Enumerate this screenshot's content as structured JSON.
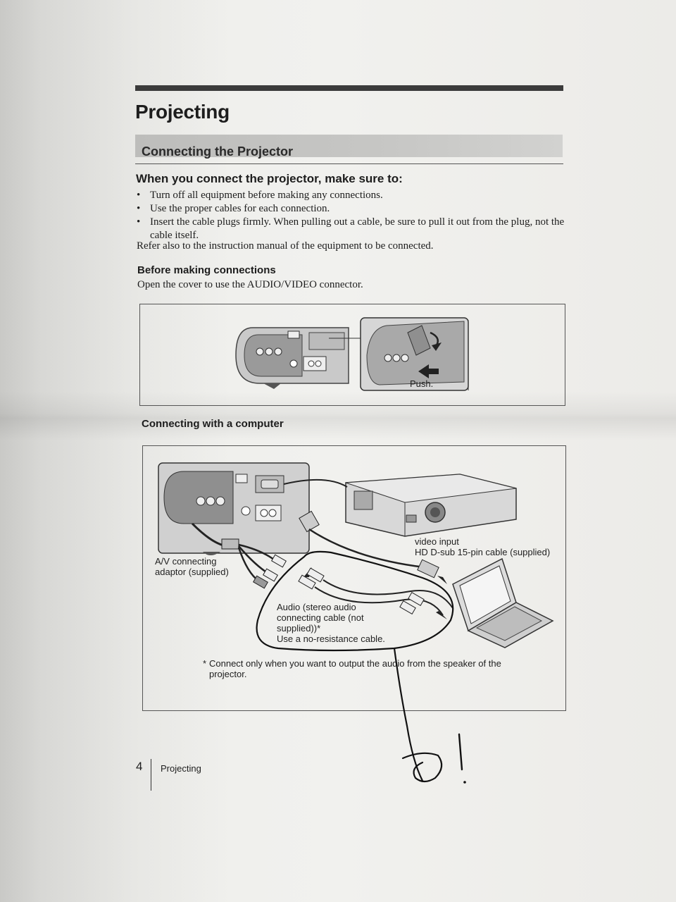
{
  "page_title": "Projecting",
  "section_title": "Connecting the Projector",
  "subheading": "When you connect the projector, make sure to:",
  "bullets": [
    "Turn off all equipment before making any connections.",
    "Use the proper cables for each connection.",
    "Insert the cable plugs firmly. When pulling out a cable, be sure to pull it out from the plug, not the cable itself."
  ],
  "refer_text": "Refer also to the instruction manual of the equipment to be connected.",
  "before_heading": "Before making connections",
  "before_text": "Open the cover to use the AUDIO/VIDEO connector.",
  "figure1": {
    "push_label": "Push."
  },
  "computer_caption": "Connecting with a computer",
  "figure2": {
    "video_label_line1": "video input",
    "video_label_line2": "HD D-sub 15-pin cable (supplied)",
    "adaptor_line1": "A/V connecting",
    "adaptor_line2": "adaptor (supplied)",
    "audio_line1": "Audio (stereo audio",
    "audio_line2": "connecting cable (not",
    "audio_line3": "supplied))*",
    "audio_line4": "Use a no-resistance cable."
  },
  "footnote_mark": "*",
  "footnote": "Connect only when you want to output the audio from the speaker of the projector.",
  "footer": {
    "page_number": "4",
    "label": "Projecting"
  },
  "handwriting_color": "#111111"
}
